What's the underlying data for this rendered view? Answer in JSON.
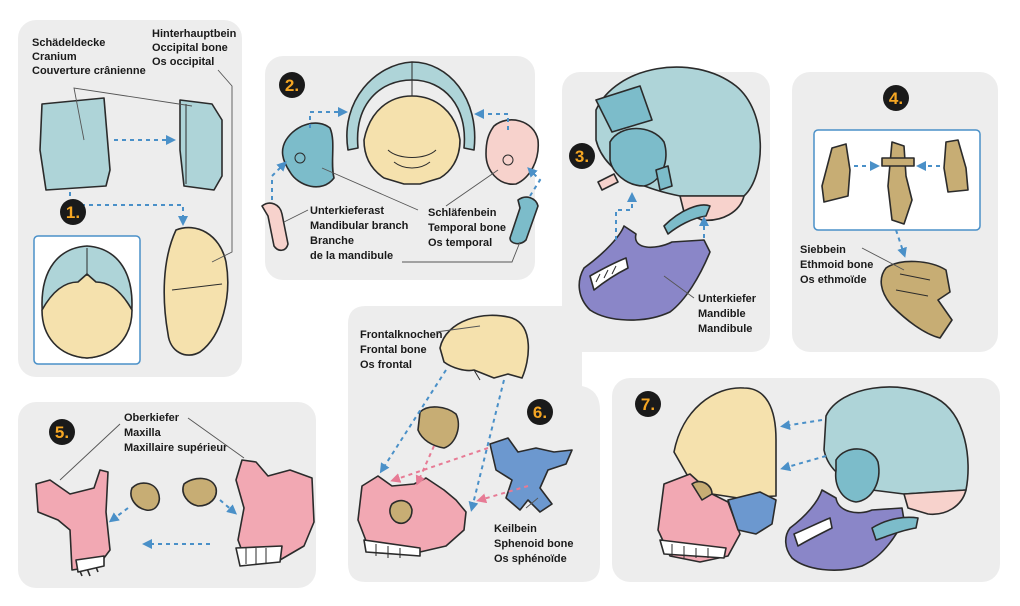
{
  "colors": {
    "cranium": "#aed4d8",
    "occipital": "#f5e1ad",
    "temporal": "#7cbcca",
    "mandibular_branch": "#f7d2cc",
    "mandible": "#8a86c8",
    "ethmoid": "#c7ad74",
    "maxilla": "#f2a8b3",
    "sphenoid": "#6c98cf",
    "frontal": "#f5e1ad",
    "panel": "#ededed",
    "arrow": "#4a90c8",
    "arrow_pink": "#e77b95",
    "number": "#f5a623"
  },
  "steps": [
    {
      "number": "1.",
      "labels": [
        [
          "Schädeldecke",
          "Cranium",
          "Couverture crânienne"
        ],
        [
          "Hinterhauptbein",
          "Occipital bone",
          "Os occipital"
        ]
      ]
    },
    {
      "number": "2.",
      "labels": [
        [
          "Unterkieferast",
          "Mandibular branch",
          "Branche",
          "de la mandibule"
        ],
        [
          "Schläfenbein",
          "Temporal bone",
          "Os temporal"
        ]
      ]
    },
    {
      "number": "3.",
      "labels": [
        [
          "Unterkiefer",
          "Mandible",
          "Mandibule"
        ]
      ]
    },
    {
      "number": "4.",
      "labels": [
        [
          "Siebbein",
          "Ethmoid bone",
          "Os ethmoïde"
        ]
      ]
    },
    {
      "number": "5.",
      "labels": [
        [
          "Oberkiefer",
          "Maxilla",
          "Maxillaire supérieur"
        ]
      ]
    },
    {
      "number": "6.",
      "labels": [
        [
          "Frontalknochen",
          "Frontal bone",
          "Os frontal"
        ],
        [
          "Keilbein",
          "Sphenoid bone",
          "Os sphénoïde"
        ]
      ]
    },
    {
      "number": "7.",
      "labels": []
    }
  ]
}
